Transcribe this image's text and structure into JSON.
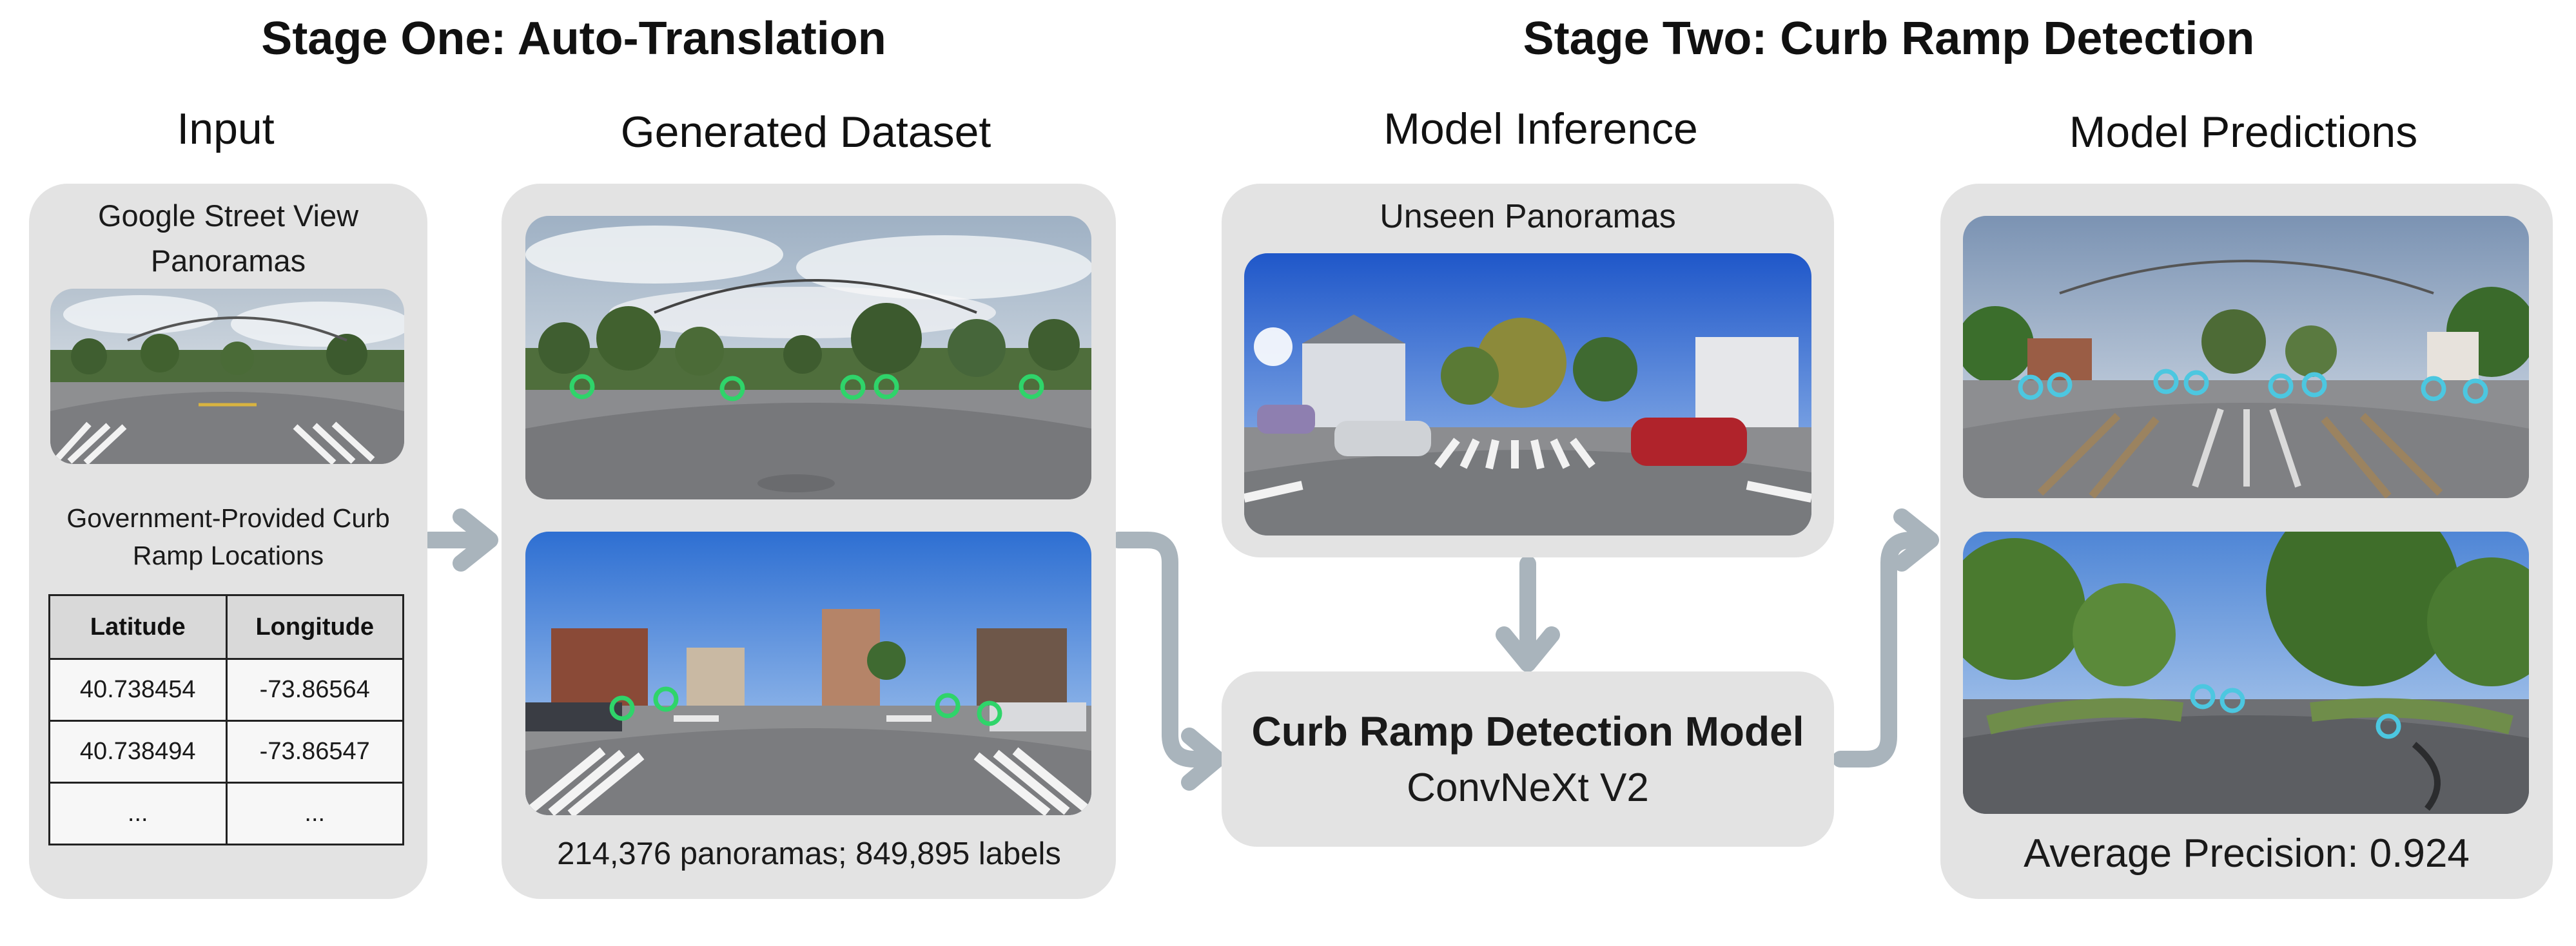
{
  "stage_one": {
    "title": "Stage One: Auto-Translation"
  },
  "stage_two": {
    "title": "Stage Two: Curb Ramp Detection"
  },
  "input": {
    "title": "Input",
    "gsv_line1": "Google Street View",
    "gsv_line2": "Panoramas",
    "gov_line1": "Government-Provided Curb",
    "gov_line2": "Ramp Locations",
    "table": {
      "headers": [
        "Latitude",
        "Longitude"
      ],
      "rows": [
        [
          "40.738454",
          "-73.86564"
        ],
        [
          "40.738494",
          "-73.86547"
        ],
        [
          "...",
          "..."
        ]
      ]
    }
  },
  "dataset": {
    "title": "Generated Dataset",
    "caption": "214,376 panoramas; 849,895 labels"
  },
  "inference": {
    "title": "Model Inference",
    "caption": "Unseen Panoramas"
  },
  "model": {
    "name": "Curb Ramp Detection Model",
    "architecture": "ConvNeXt V2"
  },
  "predictions": {
    "title": "Model Predictions",
    "caption": "Average Precision: 0.924"
  },
  "colors": {
    "panel": "#e3e3e3",
    "arrow": "#a9b4bc",
    "label_marker": "#2fd46a",
    "prediction_marker": "#4cc7e0"
  }
}
